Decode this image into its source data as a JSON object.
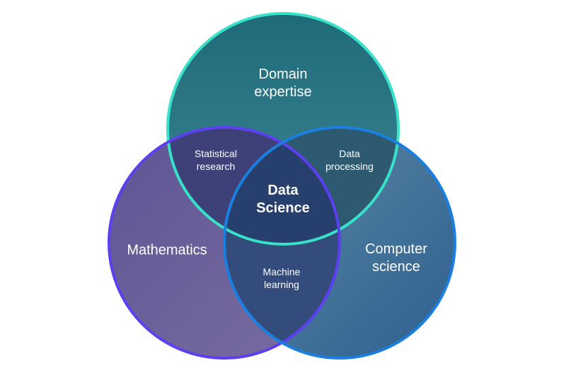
{
  "circles": [
    {
      "id": "domain",
      "label": "Domain\nexpertise",
      "stroke": "#38e2c9"
    },
    {
      "id": "math",
      "label": "Mathematics",
      "stroke": "#5c3ff0"
    },
    {
      "id": "cs",
      "label": "Computer\nscience",
      "stroke": "#1b7fe0"
    }
  ],
  "intersections": {
    "domain_math": "Statistical\nresearch",
    "domain_cs": "Data\nprocessing",
    "math_cs": "Machine\nlearning",
    "center": "Data\nScience"
  }
}
